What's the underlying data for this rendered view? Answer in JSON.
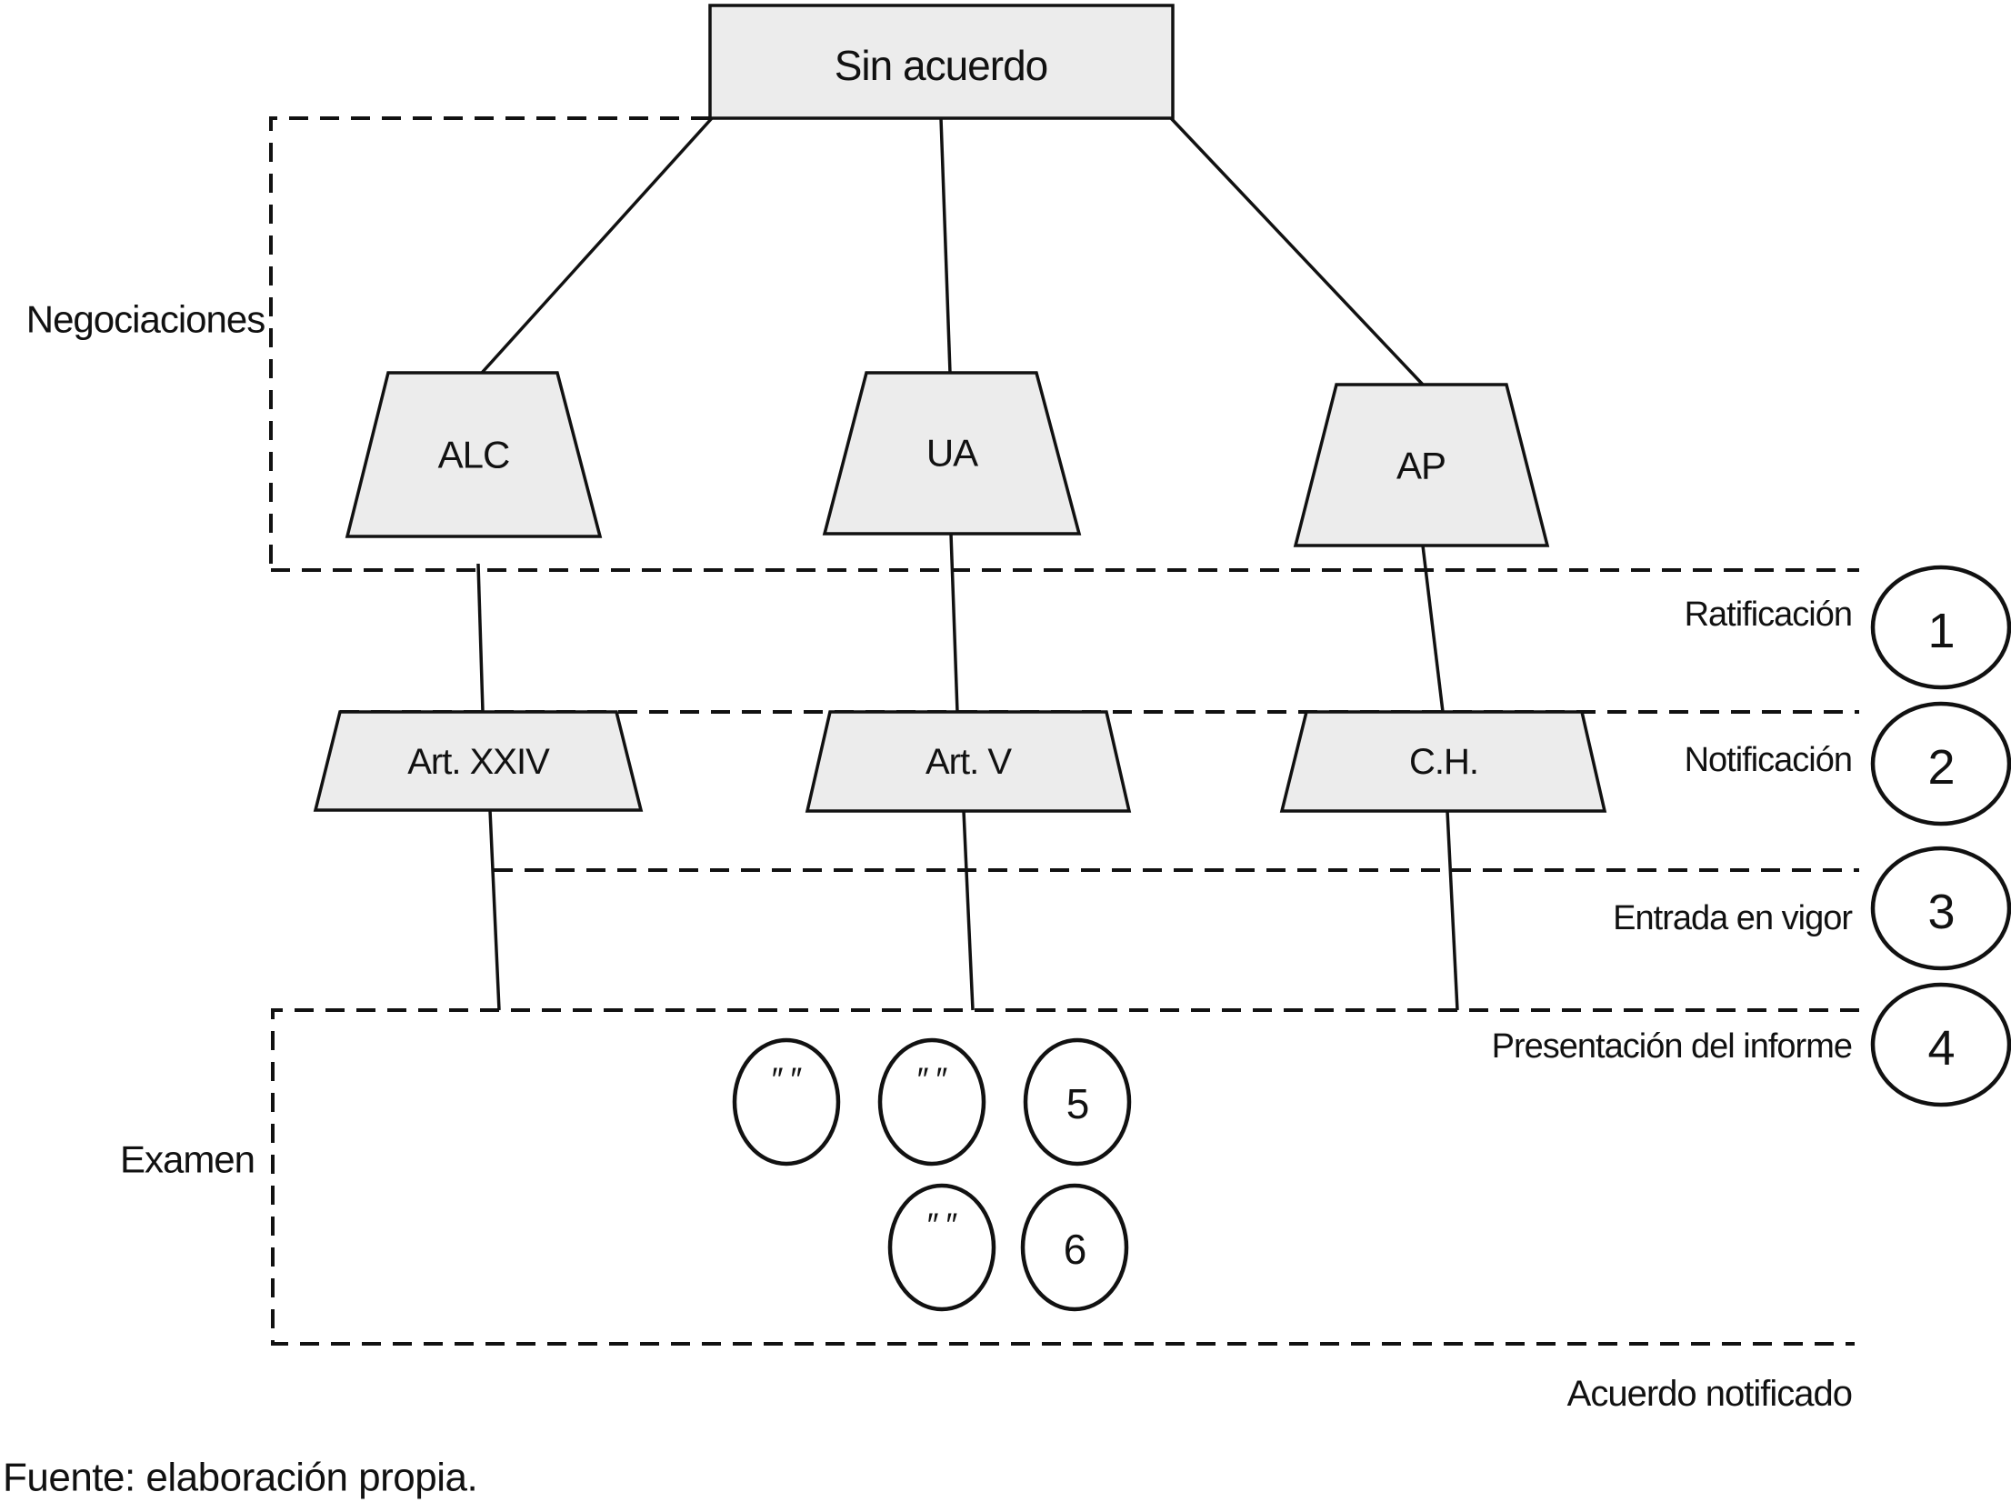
{
  "diagram": {
    "root": {
      "label": "Sin acuerdo"
    },
    "negotiations_label": "Negociaciones",
    "exam_label": "Examen",
    "agreements": [
      {
        "label": "ALC"
      },
      {
        "label": "UA"
      },
      {
        "label": "AP"
      }
    ],
    "provisions": [
      {
        "label": "Art. XXIV"
      },
      {
        "label": "Art. V"
      },
      {
        "label": "C.H."
      }
    ],
    "phases": [
      {
        "label": "Ratificación",
        "number": "1"
      },
      {
        "label": "Notificación",
        "number": "2"
      },
      {
        "label": "Entrada en vigor",
        "number": "3"
      },
      {
        "label": "Presentación del informe",
        "number": "4"
      }
    ],
    "exam_markers": [
      {
        "label": "″ ″"
      },
      {
        "label": "″ ″"
      },
      {
        "label": "5"
      },
      {
        "label": "″ ″"
      },
      {
        "label": "6"
      }
    ],
    "agreement_notified_label": "Acuerdo notificado",
    "source_note": "Fuente: elaboración propia."
  },
  "colors": {
    "node_fill": "#ececec",
    "line": "#111111",
    "background": "#ffffff"
  }
}
